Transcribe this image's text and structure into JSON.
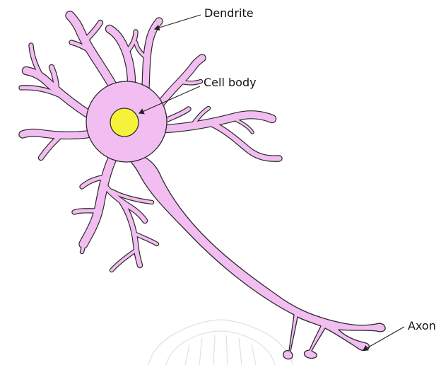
{
  "labels": {
    "dendrite": "Dendrite",
    "cell_body": "Cell body",
    "axon": "Axon"
  },
  "colors": {
    "neuron": "#f2bdf0",
    "outline": "#2a2a2a",
    "nucleus": "#f6f23a",
    "watermark": "#d9d9d9"
  },
  "icons": {
    "watermark": "seal-watermark-icon"
  }
}
